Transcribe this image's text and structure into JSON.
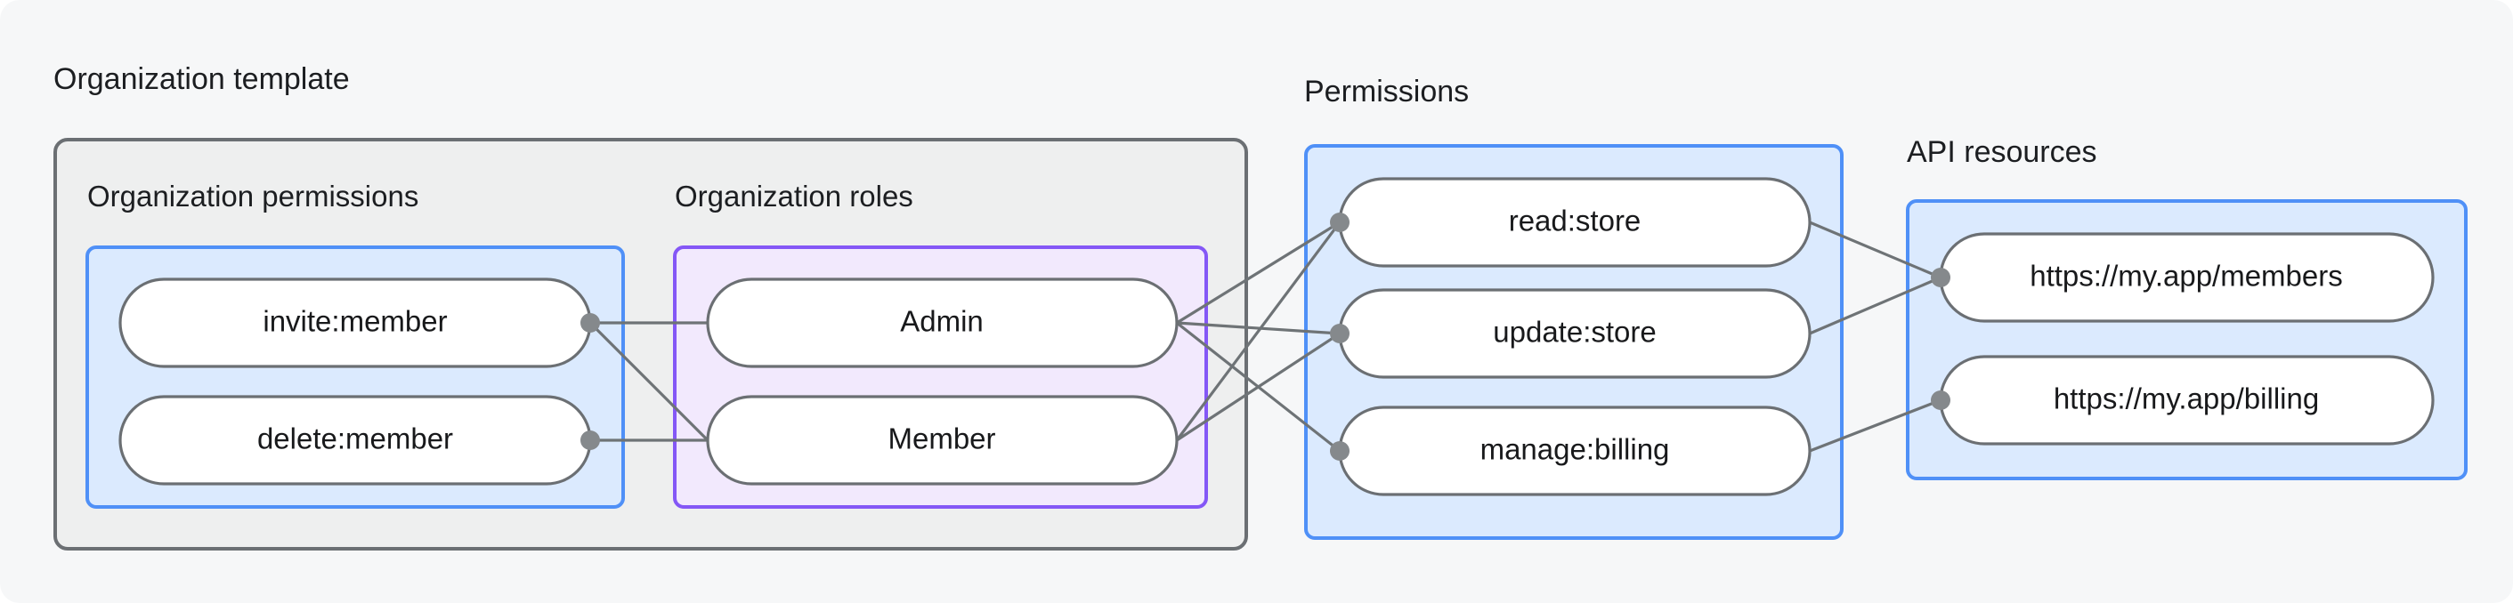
{
  "theme": {
    "page_background": "#f6f7f8",
    "outer_group_fill": "#eeefef",
    "outer_group_stroke": "#6b6f73",
    "blue_group_fill": "#dbeafe",
    "blue_group_stroke": "#4f90f7",
    "purple_group_fill": "#f2e9fd",
    "purple_group_stroke": "#8457f6",
    "pill_fill": "#ffffff",
    "pill_stroke": "#6b6f73",
    "edge_color": "#6e7376",
    "dot_color": "#85898c",
    "text_color": "#1c1e21"
  },
  "groups": {
    "organization_template": {
      "title": "Organization template"
    },
    "organization_permissions": {
      "title": "Organization permissions"
    },
    "organization_roles": {
      "title": "Organization roles"
    },
    "permissions": {
      "title": "Permissions"
    },
    "api_resources": {
      "title": "API resources"
    }
  },
  "nodes": {
    "org_permissions": [
      {
        "id": "invite-member",
        "label": "invite:member"
      },
      {
        "id": "delete-member",
        "label": "delete:member"
      }
    ],
    "org_roles": [
      {
        "id": "admin",
        "label": "Admin"
      },
      {
        "id": "member",
        "label": "Member"
      }
    ],
    "permissions": [
      {
        "id": "read-store",
        "label": "read:store"
      },
      {
        "id": "update-store",
        "label": "update:store"
      },
      {
        "id": "manage-billing",
        "label": "manage:billing"
      }
    ],
    "api_resources": [
      {
        "id": "members-url",
        "label": "https://my.app/members"
      },
      {
        "id": "billing-url",
        "label": "https://my.app/billing"
      }
    ]
  },
  "edges": [
    {
      "from": "invite-member",
      "to": "admin"
    },
    {
      "from": "invite-member",
      "to": "member"
    },
    {
      "from": "delete-member",
      "to": "member"
    },
    {
      "from": "admin",
      "to": "read-store"
    },
    {
      "from": "admin",
      "to": "update-store"
    },
    {
      "from": "admin",
      "to": "manage-billing"
    },
    {
      "from": "member",
      "to": "read-store"
    },
    {
      "from": "member",
      "to": "update-store"
    },
    {
      "from": "read-store",
      "to": "members-url"
    },
    {
      "from": "update-store",
      "to": "members-url"
    },
    {
      "from": "manage-billing",
      "to": "billing-url"
    }
  ]
}
